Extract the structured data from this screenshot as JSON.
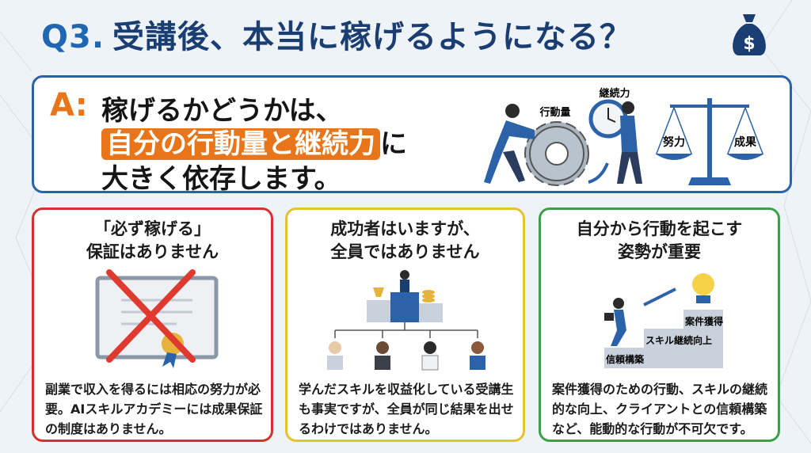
{
  "title": {
    "q": "Q3.",
    "text": "受講後、本当に稼げるようになる？"
  },
  "answer": {
    "mark": "A:",
    "line1": "稼げるかどうかは、",
    "highlight": "自分の行動量と継続力",
    "line2_suffix": "に",
    "line3": "大きく依存します。",
    "illus_labels": {
      "action": "行動量",
      "continuity": "継続力",
      "effort": "努力",
      "result": "成果"
    }
  },
  "cards": [
    {
      "heading1": "「必ず稼げる」",
      "heading2": "保証はありません",
      "body": "副業で収入を得るには相応の努力が必要。AIスキルアカデミーには成果保証の制度はありません。",
      "color": "#d0342c"
    },
    {
      "heading1": "成功者はいますが、",
      "heading2": "全員ではありません",
      "body": "学んだスキルを収益化している受講生も事実ですが、全員が同じ結果を出せるわけではありません。",
      "color": "#e6c233"
    },
    {
      "heading1": "自分から行動を起こす",
      "heading2": "姿勢が重要",
      "body": "案件獲得のための行動、スキルの継続的な向上、クライアントとの信頼構築など、能動的な行動が不可欠です。",
      "color": "#3aa04a",
      "steps": [
        "信頼構築",
        "スキル継続向上",
        "案件獲得"
      ]
    }
  ]
}
